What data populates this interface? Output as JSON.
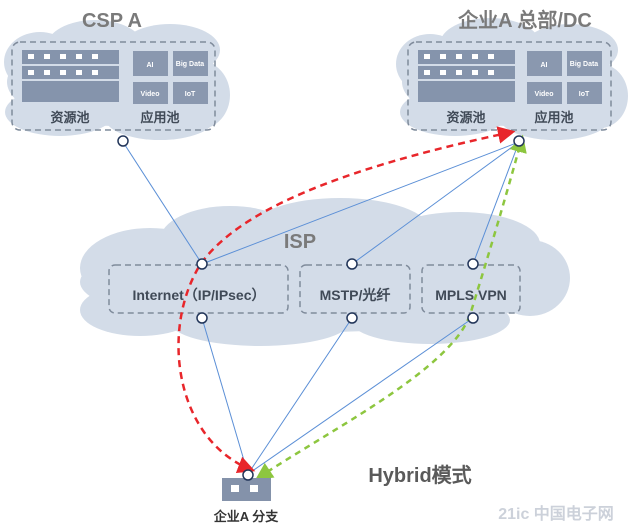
{
  "csp": {
    "title": "CSP A",
    "resource_pool": "资源池",
    "app_pool": "应用池",
    "tiles": [
      "AI",
      "Big Data",
      "Video",
      "IoT"
    ]
  },
  "hq": {
    "title": "企业A 总部/DC",
    "resource_pool": "资源池",
    "app_pool": "应用池",
    "tiles": [
      "AI",
      "Big Data",
      "Video",
      "IoT"
    ]
  },
  "isp": {
    "title": "ISP",
    "services": [
      "Internet（IP/IPsec）",
      "MSTP/光纤",
      "MPLS VPN"
    ]
  },
  "branch": {
    "label": "企业A 分支"
  },
  "mode_label": "Hybrid模式",
  "watermark": "21ic 中国电子网",
  "colors": {
    "path_red": "#e8262b",
    "path_green": "#8dc63f",
    "link_blue": "#5b8fd6",
    "cloud_fill": "#d3dce8"
  }
}
